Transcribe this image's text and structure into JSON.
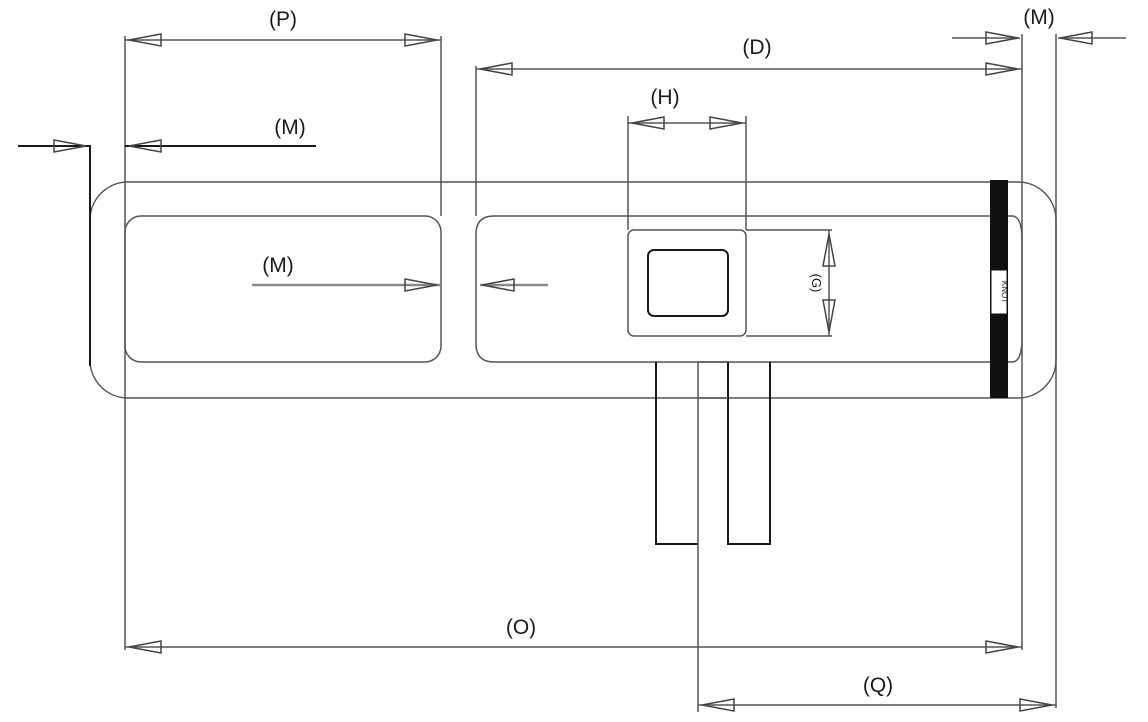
{
  "labels": {
    "p": "(P)",
    "m_top_right": "(M)",
    "d": "(D)",
    "h": "(H)",
    "m_upper_left": "(M)",
    "m_mid_left": "(M)",
    "g": "(G)",
    "o": "(O)",
    "q": "(Q)",
    "edge_marking": "KNOT"
  }
}
